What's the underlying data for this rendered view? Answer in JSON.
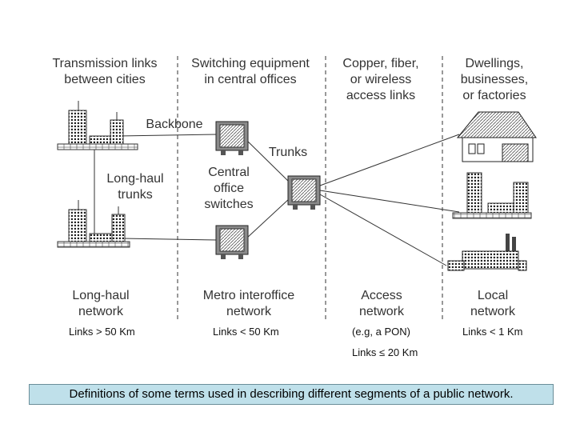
{
  "headers": {
    "col1": "Transmission links\nbetween cities",
    "col2": "Switching equipment\nin central offices",
    "col3": "Copper, fiber,\nor wireless\naccess links",
    "col4": "Dwellings,\nbusinesses,\nor factories"
  },
  "labels": {
    "backbone": "Backbone",
    "trunks": "Trunks",
    "long_haul_trunks": "Long-haul\ntrunks",
    "central_office": "Central\noffice\nswitches"
  },
  "networks": [
    {
      "name": "Long-haul\nnetwork",
      "links": "Links > 50 Km"
    },
    {
      "name": "Metro interoffice\nnetwork",
      "links": "Links < 50 Km"
    },
    {
      "name": "Access\nnetwork",
      "links": "(e.g, a PON)",
      "extra": "Links ≤ 20 Km"
    },
    {
      "name": "Local\nnetwork",
      "links": "Links < 1 Km"
    }
  ],
  "caption": "Definitions of some terms used in describing different segments of a public network.",
  "colors": {
    "caption_bg": "#bfe0ea",
    "line": "#333333",
    "equipment": "#8a8a8a"
  }
}
